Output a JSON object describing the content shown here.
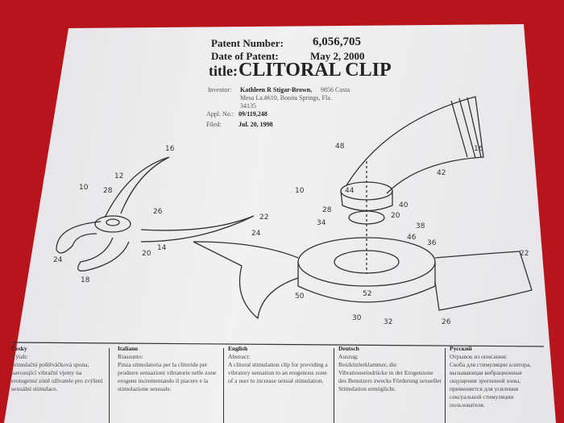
{
  "header": {
    "patent_number_label": "Patent Number:",
    "patent_number": "6,056,705",
    "date_label": "Date of Patent:",
    "date": "May 2, 2000",
    "title_label": "title:",
    "title": "CLITORAL CLIP",
    "inventor_label": "Inventor:",
    "inventor_name": "Kathleen R Stigar-Brown,",
    "inventor_address_1": "9856 Costa",
    "inventor_address_2": "Mesa La.#610, Bonita Springs, Fla.",
    "inventor_address_3": "34135",
    "appl_label": "Appl. No.:",
    "appl_no": "09/119,248",
    "filed_label": "Filed:",
    "filed": "Jul. 20, 1998"
  },
  "figure_labels": {
    "left": [
      "16",
      "12",
      "10",
      "28",
      "26",
      "22",
      "24",
      "20",
      "14",
      "18"
    ],
    "right": [
      "48",
      "16",
      "42",
      "44",
      "40",
      "10",
      "28",
      "20",
      "34",
      "38",
      "46",
      "36",
      "22",
      "24",
      "50",
      "52",
      "30",
      "32",
      "26"
    ]
  },
  "abstracts": [
    {
      "lang": "Česky",
      "heading": "Výtah:",
      "text": "Stimulační poštěváčková spona, navozující vibrační vjemy na erotogenní zóně užívatele pro zvýšení sexuální stimulace."
    },
    {
      "lang": "Italiano",
      "heading": "Riassunto:",
      "text": "Pinza stimolatoria per la clitoride per produrre sensazioni vibratorie nelle zone erogene incrementando il piacere e la stimolazione sessuale."
    },
    {
      "lang": "English",
      "heading": "Abstract:",
      "text": "A clitoral stimulation clip for providing a vibratory sensation to an erogenous zone of a user to increase sexual stimulation."
    },
    {
      "lang": "Deutsch",
      "heading": "Auszug:",
      "text": "Reizkitzlerklammer, die Vibrationseindrücke in der Erogenzone des Benutzers zwecks Förderung sexueller Stimulation ermöglicht."
    },
    {
      "lang": "Русский",
      "heading": "Отрывок из описания:",
      "text": "Скоба для стимуляции клитора, вызывающая вибрационные ощущения эрогенной зоны, применяется для усиления сексуальной стимуляции пользователя."
    }
  ],
  "colors": {
    "background": "#b8141c",
    "paper": "#eeedf0"
  }
}
